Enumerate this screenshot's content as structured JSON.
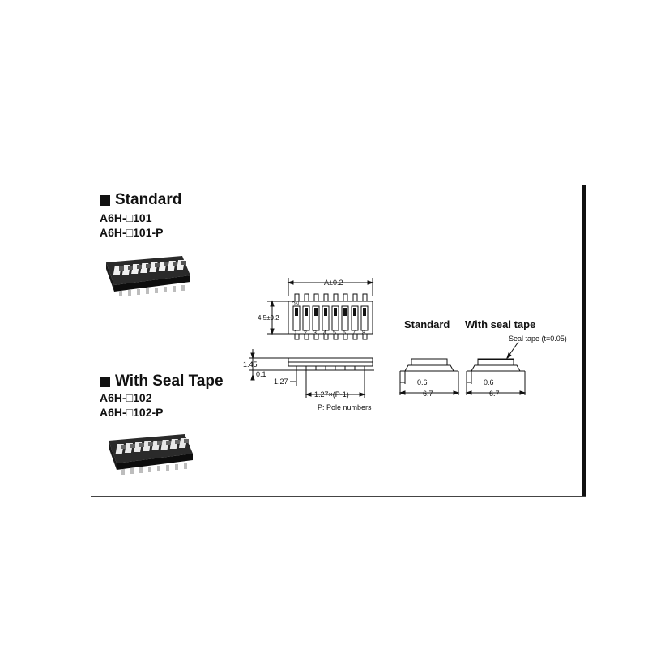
{
  "standard": {
    "title": "Standard",
    "models": [
      "A6H-□101",
      "A6H-□101-P"
    ]
  },
  "seal": {
    "title": "With Seal Tape",
    "models": [
      "A6H-□102",
      "A6H-□102-P"
    ]
  },
  "drawing": {
    "dim_a": "A±0.2",
    "dim_width": "4.5±0.2",
    "on_label": "ON",
    "switch_numbers": [
      "1",
      "2",
      "3",
      "4",
      "5",
      "6",
      "7",
      "8"
    ],
    "dim_height": "1.45",
    "dim_standoff": "0.1",
    "dim_pitch": "1.27",
    "dim_span": "1.27×(P-1)",
    "pole_note": "P: Pole numbers"
  },
  "side_views": {
    "standard_label": "Standard",
    "seal_label": "With seal tape",
    "seal_note": "Seal tape (t=0.05)",
    "dim_thickness": "0.6",
    "dim_length": "6.7"
  }
}
